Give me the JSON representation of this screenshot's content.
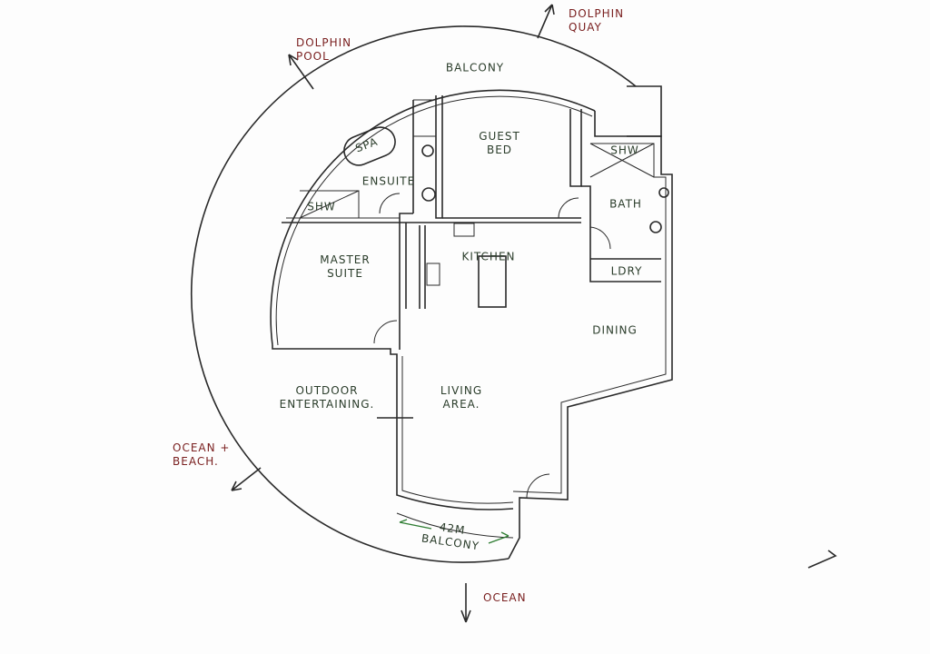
{
  "plan": {
    "rooms": {
      "balcony": "Balcony",
      "guest_bed": "Guest\nBed",
      "spa": "Spa",
      "ensuite": "Ensuite",
      "shw_ensuite": "Shw",
      "shw_bath": "Shw",
      "bath": "Bath",
      "kitchen": "Kitchen",
      "master_suite": "Master\nSuite",
      "ldry": "Ldry",
      "dining": "Dining",
      "outdoor": "Outdoor\nEntertaining.",
      "living": "Living\nArea.",
      "balcony_42": "42M\nBalcony"
    },
    "directions": {
      "dolphin_pool": "Dolphin\nPool",
      "dolphin_quay": "Dolphin\nQuay",
      "ocean_beach": "Ocean +\nBeach.",
      "ocean": "Ocean"
    },
    "colors": {
      "line": "#2a2a2a",
      "room_text": "#2b3d2b",
      "direction_text": "#7a2020"
    }
  }
}
